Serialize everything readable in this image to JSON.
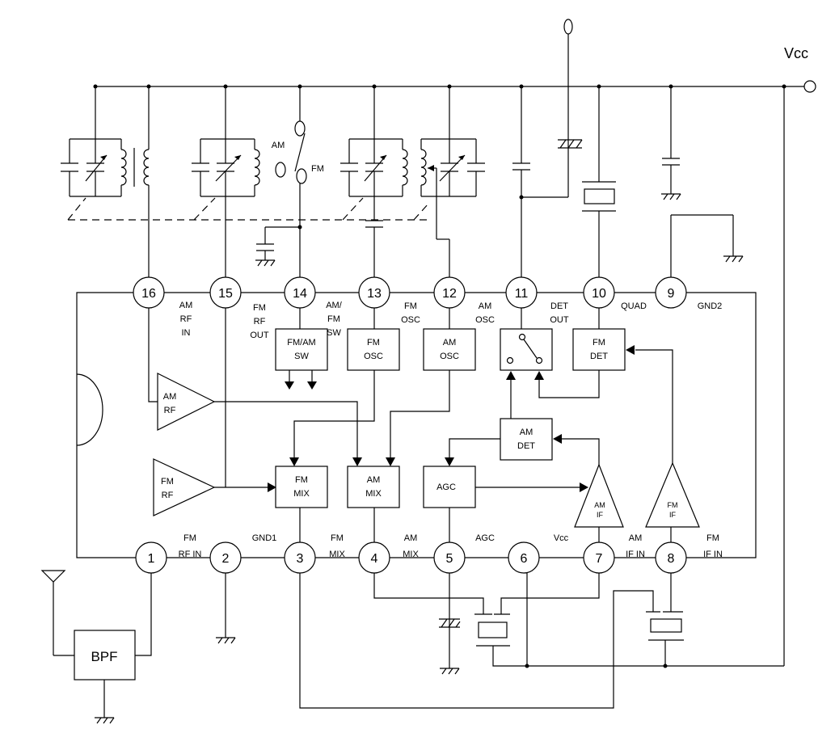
{
  "vcc_label": "Vcc",
  "switch": {
    "am": "AM",
    "fm": "FM"
  },
  "pins": [
    {
      "num": "1",
      "label": [
        "FM",
        "RF IN"
      ]
    },
    {
      "num": "2",
      "label": [
        "GND1"
      ]
    },
    {
      "num": "3",
      "label": [
        "FM",
        "MIX"
      ]
    },
    {
      "num": "4",
      "label": [
        "AM",
        "MIX"
      ]
    },
    {
      "num": "5",
      "label": [
        "AGC"
      ]
    },
    {
      "num": "6",
      "label": [
        "Vcc"
      ]
    },
    {
      "num": "7",
      "label": [
        "AM",
        "IF  IN"
      ]
    },
    {
      "num": "8",
      "label": [
        "FM",
        "IF  IN"
      ]
    },
    {
      "num": "9",
      "label": [
        "GND2"
      ]
    },
    {
      "num": "10",
      "label": [
        "QUAD"
      ]
    },
    {
      "num": "11",
      "label": [
        "DET",
        "OUT"
      ]
    },
    {
      "num": "12",
      "label": [
        "AM",
        "OSC"
      ]
    },
    {
      "num": "13",
      "label": [
        "FM",
        "OSC"
      ]
    },
    {
      "num": "14",
      "label": [
        "AM/",
        "FM",
        "SW"
      ]
    },
    {
      "num": "15",
      "label": [
        "FM",
        "RF",
        "OUT"
      ]
    },
    {
      "num": "16",
      "label": [
        "AM",
        "RF",
        "IN"
      ]
    }
  ],
  "blocks": {
    "fmam_sw": [
      "FM/AM",
      "SW"
    ],
    "fm_osc": [
      "FM",
      "OSC"
    ],
    "am_osc": [
      "AM",
      "OSC"
    ],
    "fm_det": [
      "FM",
      "DET"
    ],
    "am_det": [
      "AM",
      "DET"
    ],
    "fm_mix": [
      "FM",
      "MIX"
    ],
    "am_mix": [
      "AM",
      "MIX"
    ],
    "agc": [
      "AGC"
    ],
    "am_rf": [
      "AM",
      "RF"
    ],
    "fm_rf": [
      "FM",
      "RF"
    ],
    "am_if": [
      "AM",
      "IF"
    ],
    "fm_if": [
      "FM",
      "IF"
    ],
    "bpf": "BPF"
  }
}
